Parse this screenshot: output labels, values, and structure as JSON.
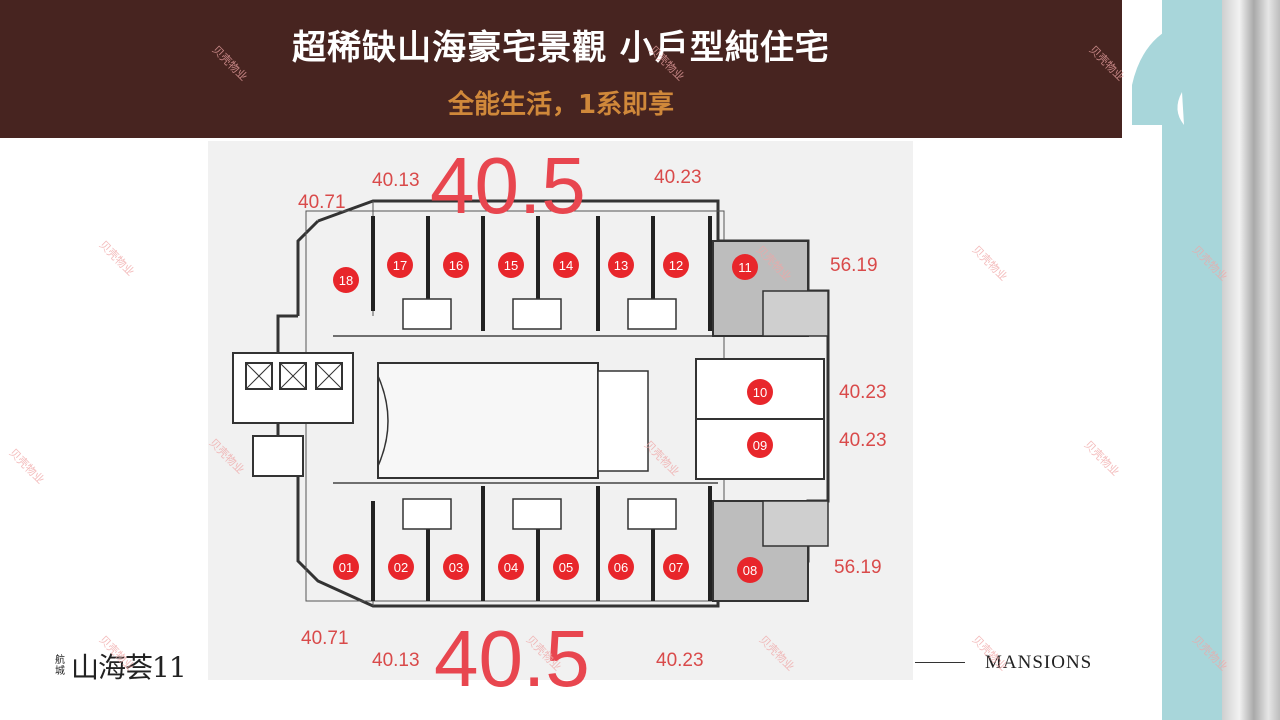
{
  "header": {
    "title": "超稀缺山海豪宅景觀  小戶型純住宅",
    "subtitle": "全能生活，1系即享"
  },
  "floorplan": {
    "top_big_area": "40.5",
    "bottom_big_area": "40.5",
    "areas": {
      "top_left_a": "40.13",
      "top_left_b": "40.71",
      "top_right": "40.23",
      "right_upper": "56.19",
      "right_mid_a": "40.23",
      "right_mid_b": "40.23",
      "right_lower": "56.19",
      "bottom_left_a": "40.71",
      "bottom_left_b": "40.13",
      "bottom_right": "40.23"
    },
    "units": [
      "01",
      "02",
      "03",
      "04",
      "05",
      "06",
      "07",
      "08",
      "09",
      "10",
      "11",
      "12",
      "13",
      "14",
      "15",
      "16",
      "17",
      "18"
    ]
  },
  "branding": {
    "logo_small": "航城",
    "logo_main": "山海荟11",
    "mansions": "MANSIONS",
    "watermark": "贝壳物业"
  },
  "colors": {
    "banner": "#472420",
    "subtitle": "#d0883a",
    "unit_circle": "#e8262b",
    "area_text": "#d94a4a",
    "teal_accent": "#a8d6da"
  }
}
